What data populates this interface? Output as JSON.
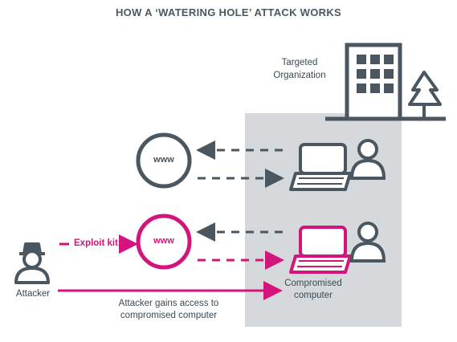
{
  "title": "HOW A ‘WATERING HOLE’ ATTACK WORKS",
  "targeted_org": {
    "line1": "Targeted",
    "line2": "Organization"
  },
  "websites": {
    "legit_label": "www",
    "compromised_label": "www"
  },
  "labels": {
    "exploit_kit": "Exploit kit",
    "attacker": "Attacker",
    "compromised_line1": "Compromised",
    "compromised_line2": "computer",
    "gains_line1": "Attacker gains access to",
    "gains_line2": "compromised computer"
  },
  "colors": {
    "gray_text": "#3a4a55",
    "dark_icon": "#4a5660",
    "magenta": "#d4147d",
    "zone_gray": "#d6d9dc"
  },
  "icons": [
    "building-icon",
    "tree-icon",
    "computer-icon",
    "user-icon",
    "globe-icon",
    "spy-icon"
  ]
}
